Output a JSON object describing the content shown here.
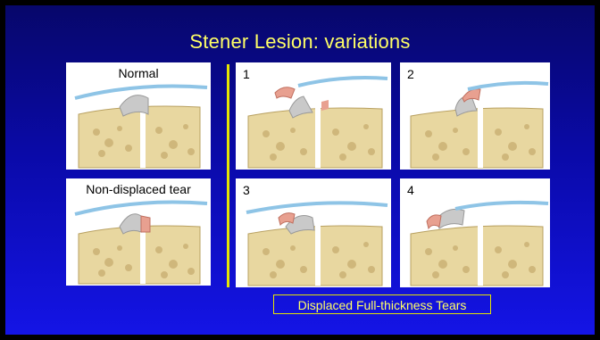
{
  "slide": {
    "title": "Stener Lesion: variations",
    "panels": [
      {
        "id": "normal",
        "label": "Normal"
      },
      {
        "id": "nondisplaced",
        "label": "Non-displaced tear"
      },
      {
        "id": "v1",
        "label": "1"
      },
      {
        "id": "v2",
        "label": "2"
      },
      {
        "id": "v3",
        "label": "3"
      },
      {
        "id": "v4",
        "label": "4"
      }
    ],
    "caption": "Displaced Full-thickness Tears"
  },
  "colors": {
    "background_top": "#07076a",
    "background_bottom": "#1414e6",
    "title": "#ffff66",
    "divider": "#e6e600",
    "bone": "#e8d7a0",
    "ligament": "#c9c9c9",
    "tear": "#e8a090",
    "aponeurosis": "#8ec4e6"
  }
}
